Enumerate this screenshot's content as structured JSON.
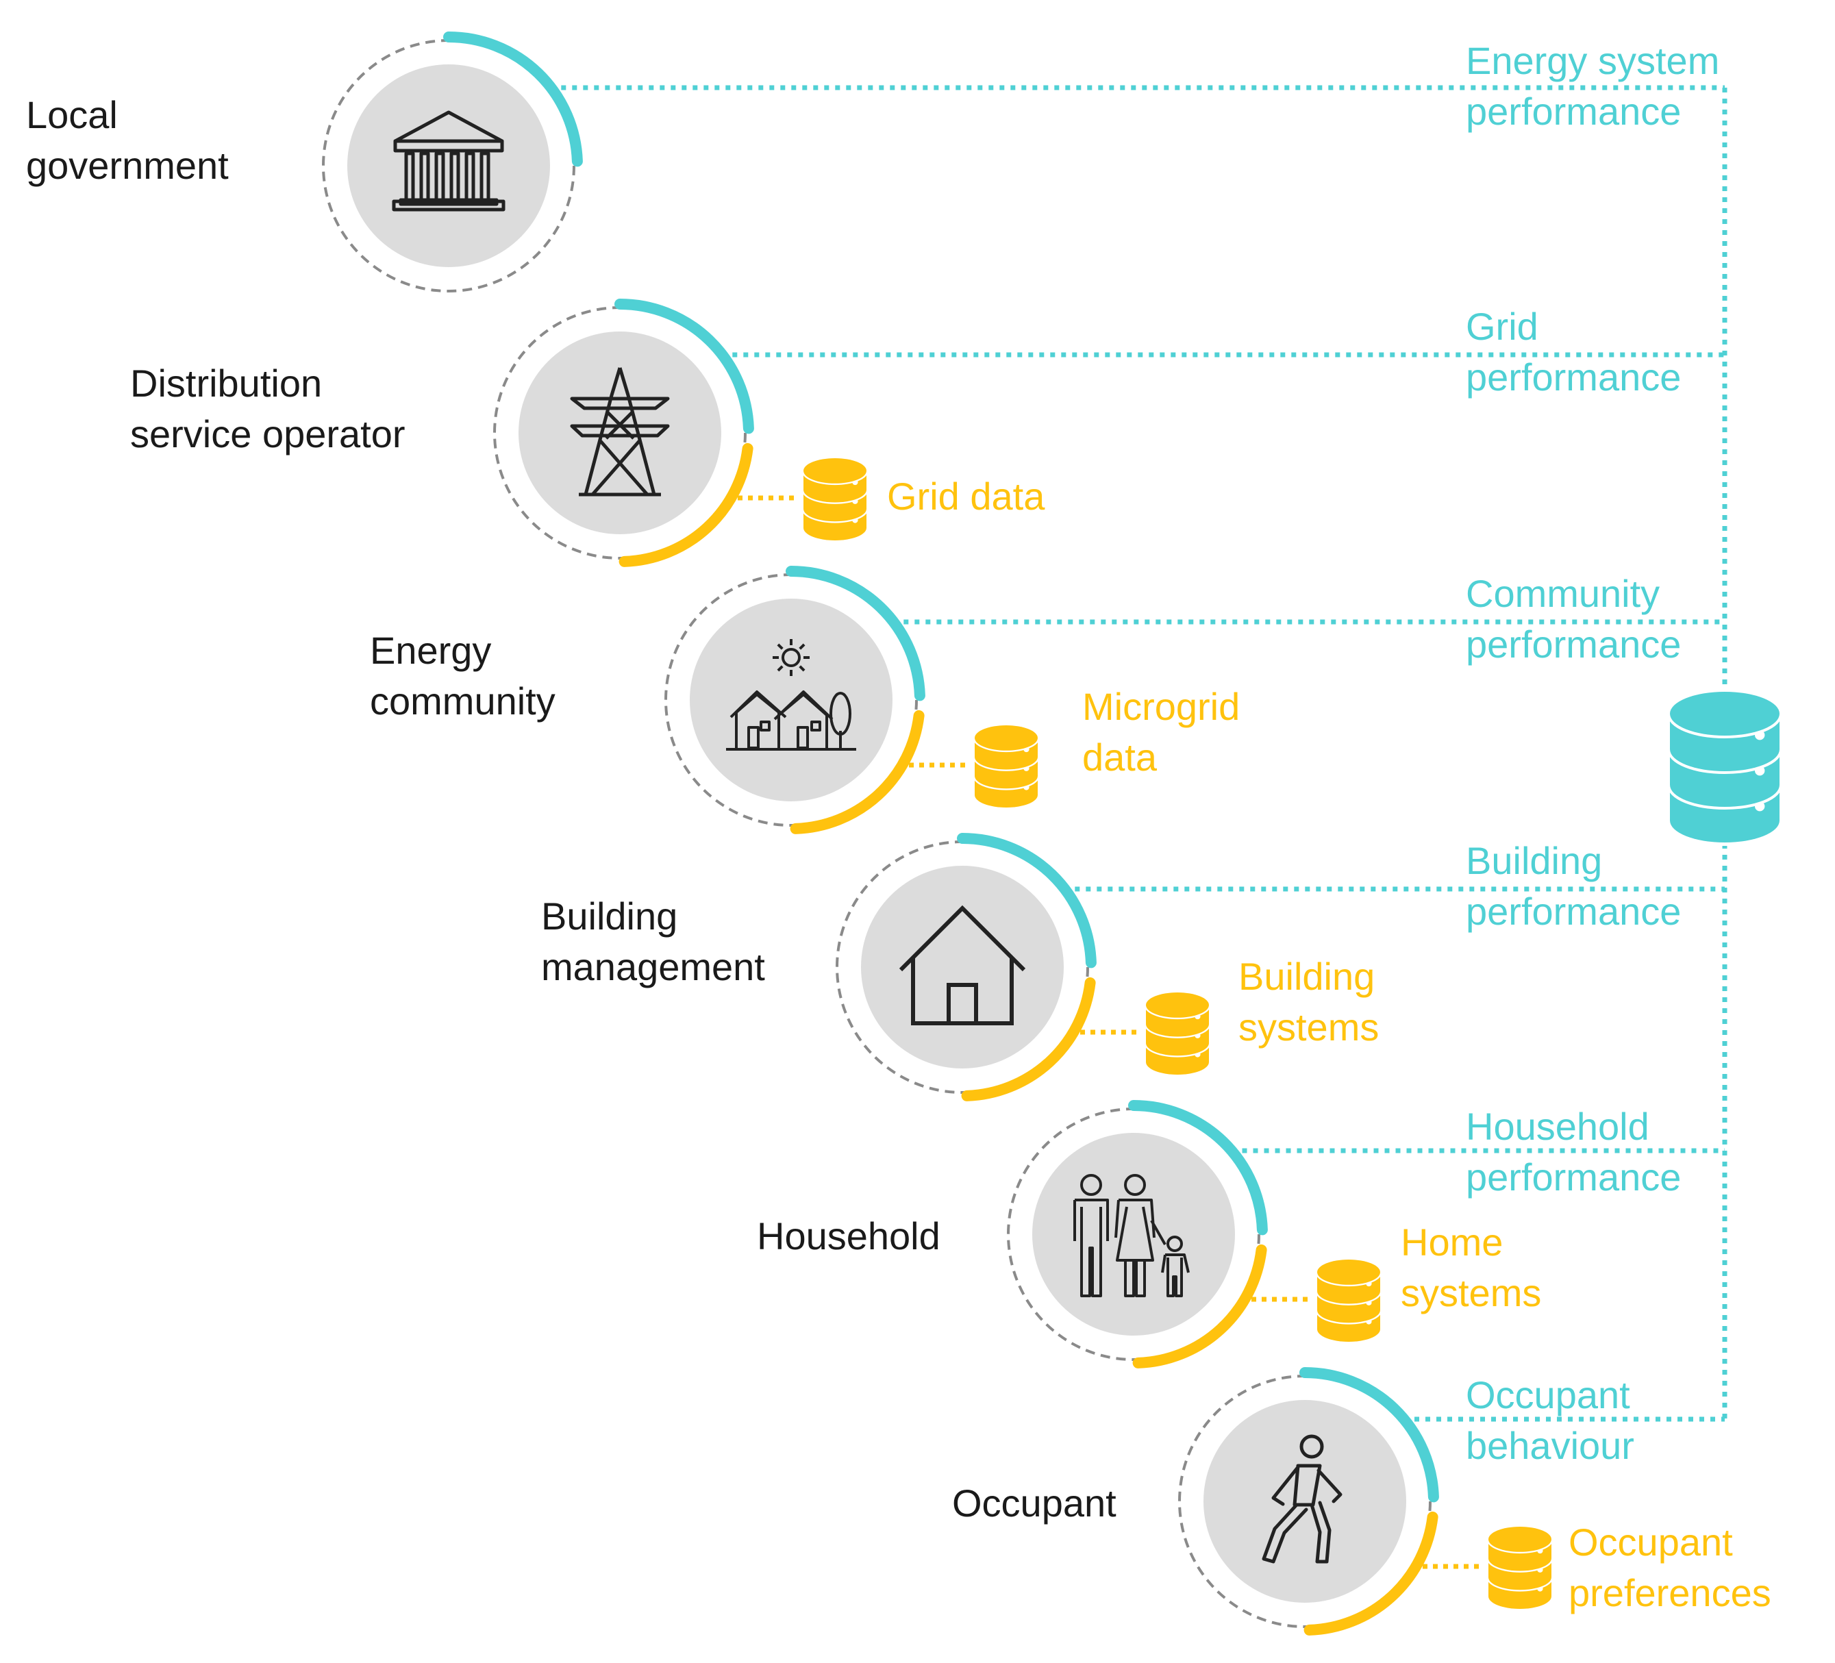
{
  "colors": {
    "teal": "#4fd0d4",
    "yellow": "#ffc20e",
    "grey_fill": "#dcdcdc",
    "dash": "#8a8a8a",
    "icon": "#222222"
  },
  "actors": [
    {
      "name": [
        "Local",
        "government"
      ],
      "icon": "government-building-icon",
      "performance": [
        "Energy system",
        "performance"
      ],
      "data": null
    },
    {
      "name": [
        "Distribution",
        "service operator"
      ],
      "icon": "power-pylon-icon",
      "performance": [
        "Grid",
        "performance"
      ],
      "data": [
        "Grid data"
      ]
    },
    {
      "name": [
        "Energy",
        "community"
      ],
      "icon": "houses-with-sun-icon",
      "performance": [
        "Community",
        "performance"
      ],
      "data": [
        "Microgrid",
        "data"
      ]
    },
    {
      "name": [
        "Building",
        "management"
      ],
      "icon": "house-icon",
      "performance": [
        "Building",
        "performance"
      ],
      "data": [
        "Building",
        "systems"
      ]
    },
    {
      "name": [
        "Household"
      ],
      "icon": "family-icon",
      "performance": [
        "Household",
        "performance"
      ],
      "data": [
        "Home",
        "systems"
      ]
    },
    {
      "name": [
        "Occupant"
      ],
      "icon": "walking-person-icon",
      "performance": [
        "Occupant",
        "behaviour"
      ],
      "data": [
        "Occupant",
        "preferences"
      ]
    }
  ],
  "central_store": {
    "icon": "database-icon"
  }
}
